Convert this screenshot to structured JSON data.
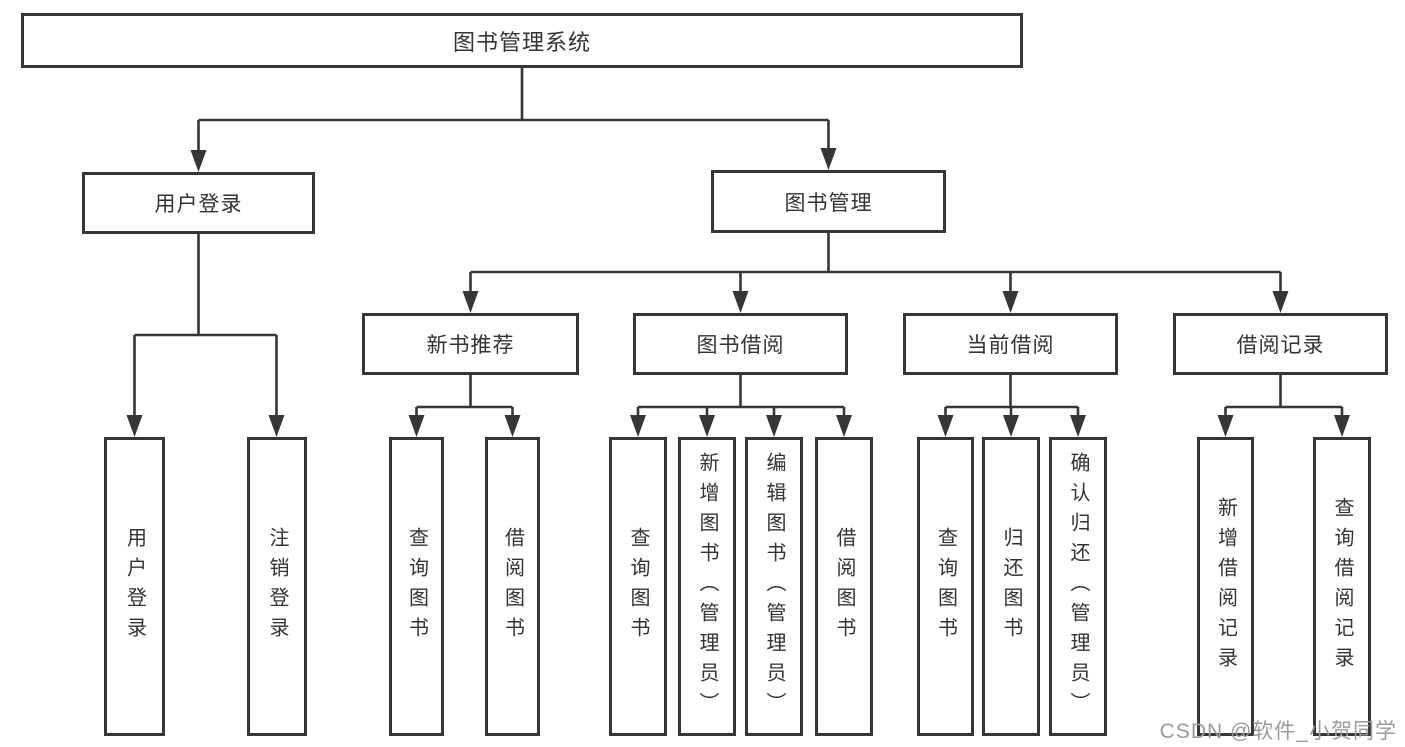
{
  "diagram": {
    "type": "hierarchy-tree",
    "root": {
      "label": "图书管理系统",
      "children": [
        {
          "label": "用户登录",
          "children": [
            {
              "label": "用户登录"
            },
            {
              "label": "注销登录"
            }
          ]
        },
        {
          "label": "图书管理",
          "children": [
            {
              "label": "新书推荐",
              "children": [
                {
                  "label": "查询图书"
                },
                {
                  "label": "借阅图书"
                }
              ]
            },
            {
              "label": "图书借阅",
              "children": [
                {
                  "label": "查询图书"
                },
                {
                  "label": "新增图书（管理员）"
                },
                {
                  "label": "编辑图书（管理员）"
                },
                {
                  "label": "借阅图书"
                }
              ]
            },
            {
              "label": "当前借阅",
              "children": [
                {
                  "label": "查询图书"
                },
                {
                  "label": "归还图书"
                },
                {
                  "label": "确认归还（管理员）"
                }
              ]
            },
            {
              "label": "借阅记录",
              "children": [
                {
                  "label": "新增借阅记录"
                },
                {
                  "label": "查询借阅记录"
                }
              ]
            }
          ]
        }
      ]
    }
  },
  "watermark": {
    "text": "CSDN @软件_小贺同学"
  },
  "colors": {
    "line": "#363636",
    "box_border": "#363636",
    "text": "#333333",
    "watermark": "#9b9b9b",
    "background": "#ffffff"
  }
}
